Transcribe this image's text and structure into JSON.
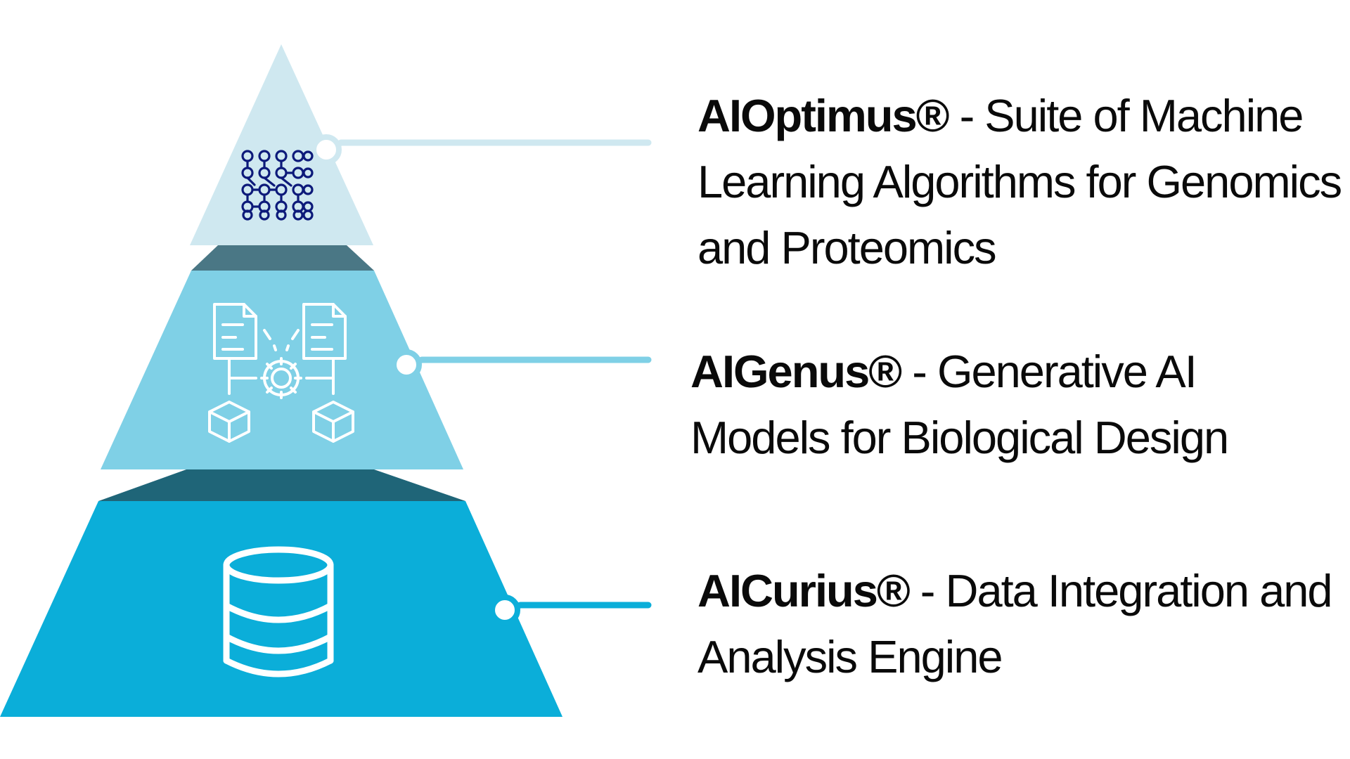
{
  "colors": {
    "tier_top": "#cfe8f0",
    "tier_middle": "#7fd0e6",
    "tier_bottom": "#0baed9",
    "ledge_top": "#4a7785",
    "ledge_bottom": "#1f6578",
    "icon_top": "#0d1a7a",
    "icon_light": "#ffffff",
    "text": "#0a0a0a"
  },
  "tiers": [
    {
      "name": "AIOptimus®",
      "separator": " - ",
      "description": "Suite of Machine Learning Algorithms for Genomics and Proteomics",
      "icon": "neural-network-icon"
    },
    {
      "name": "AIGenus®",
      "separator": " - ",
      "description": "Generative AI Models for Biological Design",
      "icon": "generative-workflow-icon"
    },
    {
      "name": "AICurius®",
      "separator": " - ",
      "description": "Data Integration and Analysis Engine",
      "icon": "database-icon"
    }
  ]
}
